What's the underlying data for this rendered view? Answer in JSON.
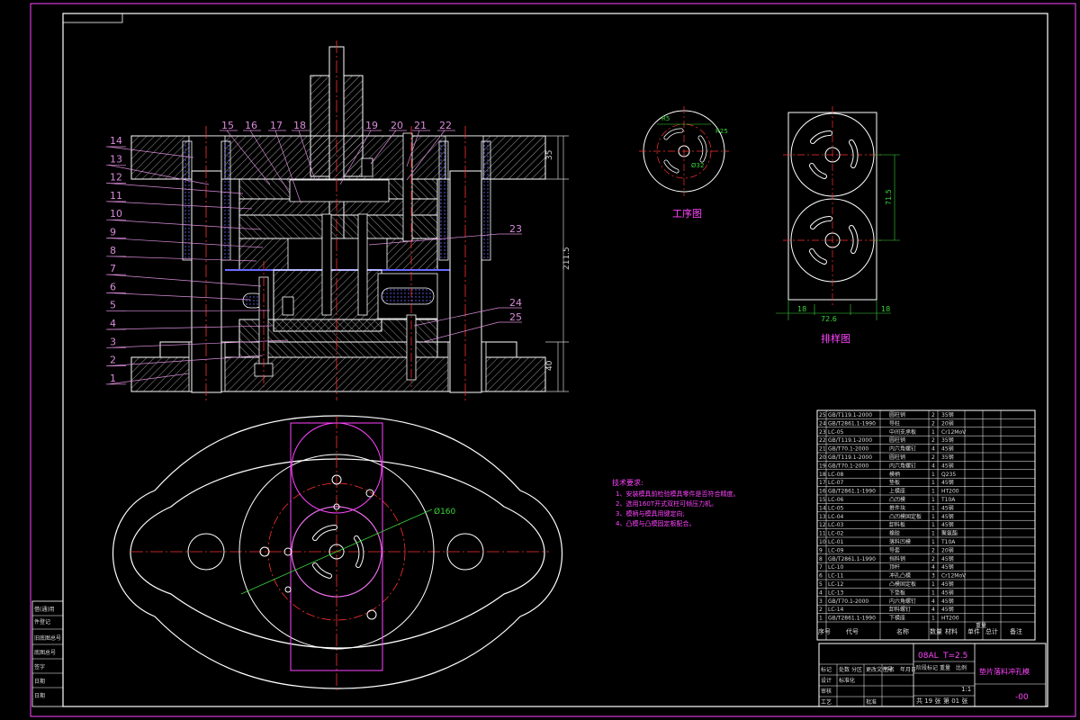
{
  "part_numbers": [
    "1",
    "2",
    "3",
    "4",
    "5",
    "6",
    "7",
    "8",
    "9",
    "10",
    "11",
    "12",
    "13",
    "14",
    "15",
    "16",
    "17",
    "18",
    "19",
    "20",
    "21",
    "22",
    "23",
    "24",
    "25"
  ],
  "dimensions": {
    "top_height": "35",
    "total_height": "211.5",
    "bottom_height": "40",
    "pitch": "71.5",
    "strip_width": "72.6",
    "margin_left": "18",
    "margin_right": "18",
    "diameter": "Ø160",
    "process_phi": "Ø32",
    "process_r1": "R5",
    "process_r2": "R25"
  },
  "views": {
    "process_title": "工序图",
    "layout_title": "排样图"
  },
  "notes": {
    "title": "技术要求:",
    "items": [
      "1、安装模具前检验模具零件是否符合精度。",
      "2、选用160T开式双柱可倾压力机。",
      "3、模柄与模具用键定向;",
      "4、凸模与凸模固定板配合。"
    ]
  },
  "bom": {
    "rows": [
      {
        "no": "25",
        "code": "GB/T119.1-2000",
        "name": "圆柱销",
        "qty": "2",
        "mat": "35钢"
      },
      {
        "no": "24",
        "code": "GB/T2861.1-1990",
        "name": "导柱",
        "qty": "2",
        "mat": "20钢"
      },
      {
        "no": "23",
        "code": "LC-05",
        "name": "中间支承板",
        "qty": "1",
        "mat": "Cr12MoV"
      },
      {
        "no": "22",
        "code": "GB/T119.1-2000",
        "name": "圆柱销",
        "qty": "2",
        "mat": "35钢"
      },
      {
        "no": "21",
        "code": "GB/T70.1-2000",
        "name": "内六角螺钉",
        "qty": "4",
        "mat": "45钢"
      },
      {
        "no": "20",
        "code": "GB/T119.1-2000",
        "name": "圆柱销",
        "qty": "2",
        "mat": "35钢"
      },
      {
        "no": "19",
        "code": "GB/T70.1-2000",
        "name": "内六角螺钉",
        "qty": "4",
        "mat": "45钢"
      },
      {
        "no": "18",
        "code": "LC-08",
        "name": "模柄",
        "qty": "1",
        "mat": "Q235"
      },
      {
        "no": "17",
        "code": "LC-07",
        "name": "垫板",
        "qty": "1",
        "mat": "45钢"
      },
      {
        "no": "16",
        "code": "GB/T2861.1-1990",
        "name": "上模座",
        "qty": "1",
        "mat": "HT200"
      },
      {
        "no": "15",
        "code": "LC-06",
        "name": "凸凹模",
        "qty": "1",
        "mat": "T10A"
      },
      {
        "no": "14",
        "code": "LC-05",
        "name": "推件块",
        "qty": "1",
        "mat": "45钢"
      },
      {
        "no": "13",
        "code": "LC-04",
        "name": "凸凹模固定板",
        "qty": "1",
        "mat": "45钢"
      },
      {
        "no": "12",
        "code": "LC-03",
        "name": "卸料板",
        "qty": "1",
        "mat": "45钢"
      },
      {
        "no": "11",
        "code": "LC-02",
        "name": "橡胶",
        "qty": "1",
        "mat": "聚氨酯"
      },
      {
        "no": "10",
        "code": "LC-01",
        "name": "落料凹模",
        "qty": "1",
        "mat": "T10A"
      },
      {
        "no": "9",
        "code": "LC-09",
        "name": "导套",
        "qty": "2",
        "mat": "20钢"
      },
      {
        "no": "8",
        "code": "GB/T2861.1-1990",
        "name": "挡料销",
        "qty": "2",
        "mat": "45钢"
      },
      {
        "no": "7",
        "code": "LC-10",
        "name": "顶杆",
        "qty": "4",
        "mat": "45钢"
      },
      {
        "no": "6",
        "code": "LC-11",
        "name": "冲孔凸模",
        "qty": "3",
        "mat": "Cr12MoV"
      },
      {
        "no": "5",
        "code": "LC-12",
        "name": "凸模固定板",
        "qty": "1",
        "mat": "45钢"
      },
      {
        "no": "4",
        "code": "LC-13",
        "name": "下垫板",
        "qty": "1",
        "mat": "45钢"
      },
      {
        "no": "3",
        "code": "GB/T70.1-2000",
        "name": "内六角螺钉",
        "qty": "4",
        "mat": "45钢"
      },
      {
        "no": "2",
        "code": "LC-14",
        "name": "卸料螺钉",
        "qty": "4",
        "mat": "45钢"
      },
      {
        "no": "1",
        "code": "GB/T2861.1-1990",
        "name": "下模座",
        "qty": "1",
        "mat": "HT200"
      }
    ],
    "header": [
      "序号",
      "代号",
      "名称",
      "数量",
      "材料",
      "单件",
      "总计",
      "备注"
    ],
    "header_weight": "重量"
  },
  "title_block": {
    "material": "08AL",
    "thickness": "T=2.5",
    "drawing_title": "垫片落料冲孔模",
    "drawing_no": "-00",
    "scale": "1:1",
    "sheets": "共 19 张",
    "sheet_no": "第 01 张",
    "cells": [
      "标记",
      "处数",
      "分区",
      "更改文件号",
      "签名",
      "年月日",
      "设计",
      "标准化",
      "阶段标记",
      "重量",
      "比例",
      "审核",
      "工艺",
      "批准"
    ]
  },
  "left_strip": [
    "借(通)用",
    "件登记",
    "旧底图总号",
    "底图总号",
    "签字",
    "日期",
    "日期"
  ]
}
